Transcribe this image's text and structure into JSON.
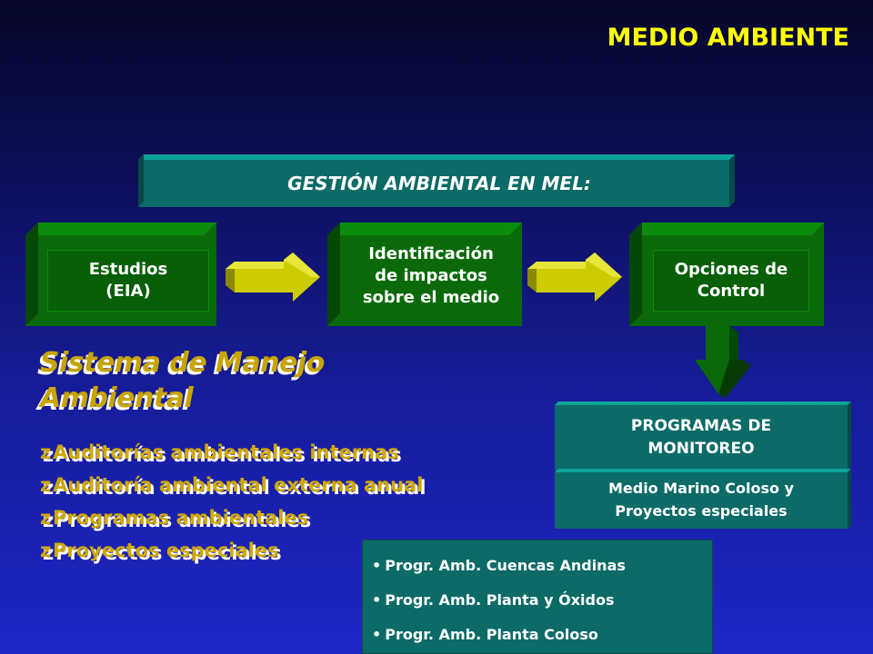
{
  "title": "MEDIO AMBIENTE",
  "header_box": "GESTIÓN AMBIENTAL EN MEL:",
  "flow": {
    "step1": {
      "line1": "Estudios",
      "line2": "(EIA)"
    },
    "step2": {
      "line1": "Identificación",
      "line2": "de impactos",
      "line3": "sobre el medio"
    },
    "step3": {
      "line1": "Opciones de",
      "line2": "Control"
    }
  },
  "monitoring": {
    "title_line1": "PROGRAMAS DE",
    "title_line2": "MONITOREO",
    "sub_line1": "Medio Marino Coloso y",
    "sub_line2": "Proyectos especiales"
  },
  "programs": [
    "Progr. Amb. Cuencas Andinas",
    "Progr. Amb. Planta y Óxidos",
    "Progr. Amb. Planta Coloso"
  ],
  "system": {
    "title_line1": "Sistema de Manejo",
    "title_line2": "Ambiental",
    "items": [
      "Auditorías ambientales internas",
      "Auditoría ambiental externa anual",
      "Programas ambientales",
      "Proyectos especiales"
    ]
  },
  "colors": {
    "accent_yellow": "#ffff00",
    "teal": "#0c6b66",
    "green": "#0a6a0a",
    "arrow_yellow": "#cccc00"
  }
}
